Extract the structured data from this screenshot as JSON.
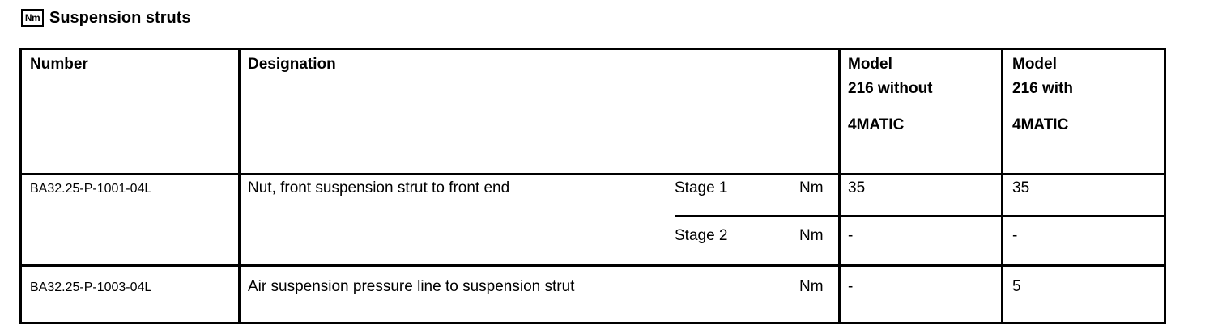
{
  "section": {
    "icon_label": "Nm",
    "title": "Suspension struts"
  },
  "table": {
    "headers": {
      "number": "Number",
      "designation": "Designation",
      "col_without": [
        "Model",
        "216 without",
        "4MATIC"
      ],
      "col_with": [
        "Model",
        "216 with",
        "4MATIC"
      ]
    },
    "rows": [
      {
        "number": "BA32.25-P-1001-04L",
        "designation": "Nut, front suspension strut to front end",
        "stages": [
          {
            "stage": "Stage 1",
            "unit": "Nm",
            "without_4matic": "35",
            "with_4matic": "35"
          },
          {
            "stage": "Stage 2",
            "unit": "Nm",
            "without_4matic": "-",
            "with_4matic": "-"
          }
        ]
      },
      {
        "number": "BA32.25-P-1003-04L",
        "designation": "Air suspension pressure line to suspension strut",
        "unit": "Nm",
        "without_4matic": "-",
        "with_4matic": "5"
      }
    ]
  }
}
